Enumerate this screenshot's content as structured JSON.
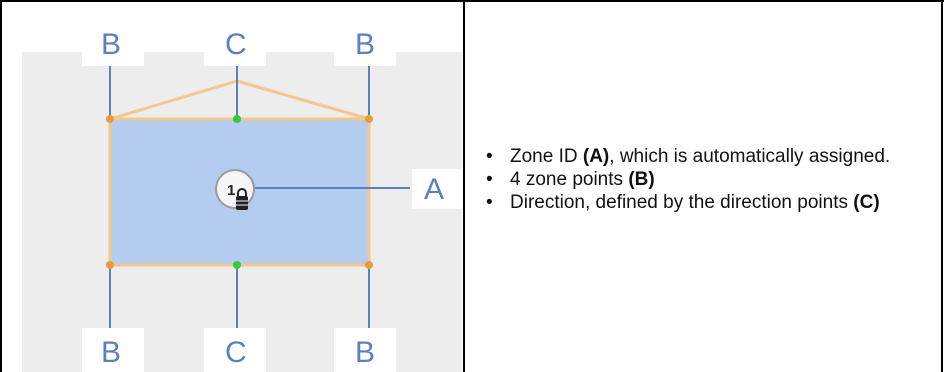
{
  "diagram": {
    "labels": {
      "top_left": "B",
      "top_center": "C",
      "top_right": "B",
      "bottom_left": "B",
      "bottom_center": "C",
      "bottom_right": "B",
      "right_center": "A"
    },
    "zone_id_number": "1",
    "colors": {
      "background": "#ededed",
      "zone_fill": "#b3ccef",
      "zone_border": "#f1c78c",
      "corner_point": "#e89a3c",
      "direction_point": "#2ecc40",
      "callout_line": "#5b7fbf"
    }
  },
  "features": {
    "bullet": "•",
    "item1": {
      "text_before": "Zone ID ",
      "bold": "(A)",
      "text_after": ", which is automatically assigned."
    },
    "item2": {
      "text_before": "4 zone points ",
      "bold": "(B)",
      "text_after": ""
    },
    "item3": {
      "text_before": "Direction, defined by the direction points ",
      "bold": "(C)",
      "text_after": ""
    }
  }
}
